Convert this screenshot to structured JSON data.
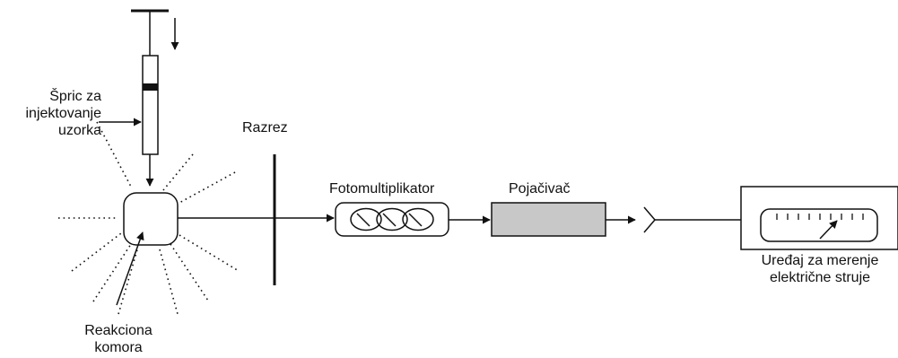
{
  "labels": {
    "syringe": [
      "Špric za",
      "injektovanje",
      "uzorka"
    ],
    "slit": "Razrez",
    "photomultiplier": "Fotomultiplikator",
    "amplifier": "Pojačivač",
    "meter": [
      "Uređaj za merenje",
      "električne struje"
    ],
    "chamber": [
      "Reakciona",
      "komora"
    ]
  },
  "colors": {
    "ink": "#111111",
    "amplifier_fill": "#c8c8c8",
    "background": "#ffffff"
  }
}
